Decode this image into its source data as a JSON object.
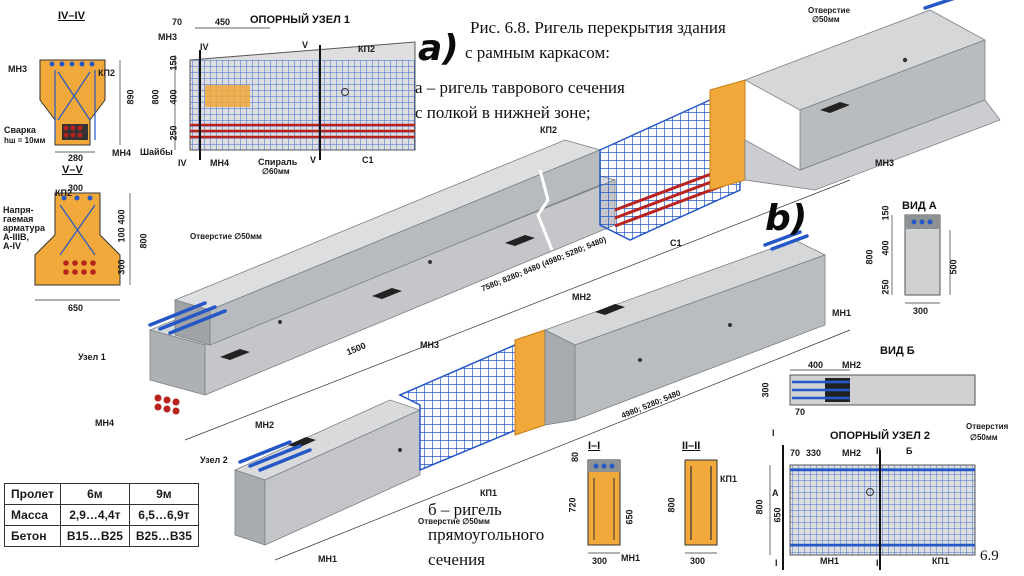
{
  "caption": {
    "fig_title": "Рис. 6.8. Ригель перекрытия здания",
    "fig_title_2": "с рамным каркасом:",
    "part_a_1": "а – ригель таврового сечения",
    "part_a_2": "с полкой в нижней зоне;",
    "part_b_1": "б – ригель",
    "part_b_2": "прямоугольного",
    "part_b_3": "сечения",
    "letter_a": "a)",
    "letter_b": "b)",
    "page_num": "6.9"
  },
  "sections": {
    "iv_title": "IV–IV",
    "v_title": "V–V",
    "i_title": "I–I",
    "ii_title": "II–II",
    "node1_title": "ОПОРНЫЙ УЗЕЛ 1",
    "node2_title": "ОПОРНЫЙ УЗЕЛ 2",
    "view_a": "ВИД А",
    "view_b": "ВИД Б"
  },
  "labels": {
    "mn3": "МН3",
    "kp2": "КП2",
    "mn4": "МН4",
    "svarka": "Сварка",
    "svarka_2": "hш = 10мм",
    "napr_1": "Напря-",
    "napr_2": "гаемая",
    "napr_3": "арматура",
    "napr_4": "А-IIIВ,",
    "napr_5": "А-IV",
    "shaiby": "Шайбы",
    "spiral": "Спираль",
    "spiral_d": "∅60мм",
    "c1": "С1",
    "otv_top": "Отверстие",
    "otv_top_d": "∅50мм",
    "otv_mid": "Отверстие ∅50мм",
    "otv_bot": "Отверстие ∅50мм",
    "otv_right": "Отверстия",
    "otv_right_d": "∅50мм",
    "uzel1": "Узел 1",
    "uzel2": "Узел 2",
    "mn1": "МН1",
    "mn2": "МН2",
    "kp1": "КП1",
    "span_a": "7580; 8280; 8480 (4980; 5280; 5480)",
    "span_b": "4980; 5280; 5480",
    "dim_1500": "1500",
    "sec_iv": "IV",
    "sec_v": "V",
    "sec_i": "I",
    "sec_ii": "II",
    "letter_ba": "А",
    "letter_bb": "Б"
  },
  "dims": {
    "d280": "280",
    "d890": "890",
    "d300": "300",
    "d400": "400",
    "d100": "100",
    "d800": "800",
    "d650": "650",
    "d70": "70",
    "d450": "450",
    "d150": "150",
    "d250": "250",
    "d500": "500",
    "d330": "330",
    "d720": "720",
    "d80": "80"
  },
  "spec_table": {
    "col_label": "Пролет",
    "col_6": "6м",
    "col_9": "9м",
    "row_mass": "Масса",
    "mass_6": "2,9…4,4т",
    "mass_9": "6,5…6,9т",
    "row_concrete": "Бетон",
    "conc_6": "В15…В25",
    "conc_9": "В25…В35"
  },
  "colors": {
    "concrete": "#c9cbcd",
    "concrete_dark": "#8e9194",
    "concrete_light": "#e2e3e4",
    "rebar_blue": "#2557c7",
    "rebar_red": "#b8231e",
    "plate_orange": "#f0a93a",
    "plate_orange_dark": "#c77d16",
    "ink": "#1a1a1a"
  }
}
